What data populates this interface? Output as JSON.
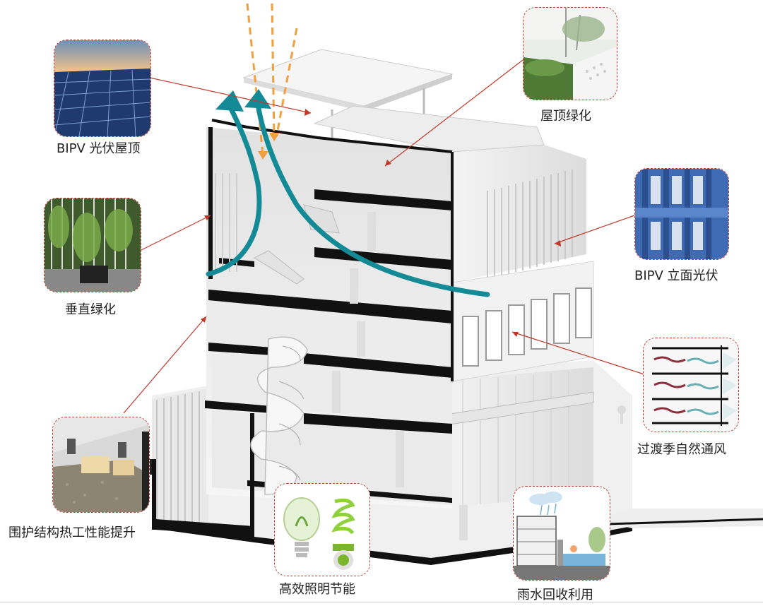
{
  "labels": {
    "bipv_roof": "BIPV 光伏屋顶",
    "roof_green": "屋顶绿化",
    "vertical_green": "垂直绿化",
    "bipv_facade": "BIPV 立面光伏",
    "natural_vent": "过渡季自然通风",
    "envelope": "围护结构热工性能提升",
    "lighting": "高效照明节能",
    "rainwater": "雨水回收利用"
  },
  "colors": {
    "leader_line": "#c0392b",
    "airflow_arrow": "#138a95",
    "sun_rays": "#f0a040",
    "building_fill": "#eeeeee",
    "slab": "#111111"
  }
}
